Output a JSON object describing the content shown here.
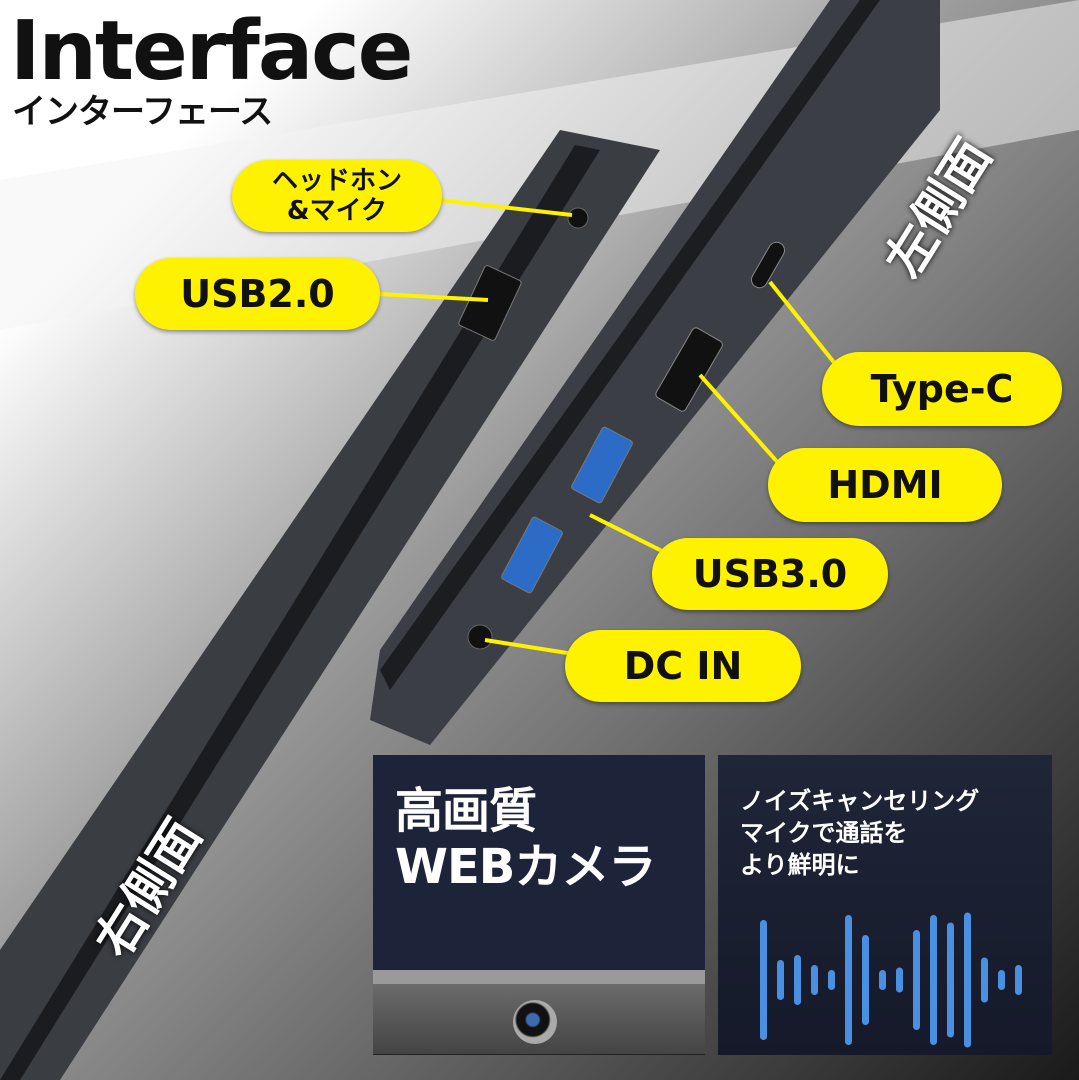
{
  "title": "Interface",
  "subtitle": "インターフェース",
  "labels": {
    "headphone": "ヘッドホン\n&マイク",
    "usb2": "USB2.0",
    "typec": "Type-C",
    "hdmi": "HDMI",
    "usb3": "USB3.0",
    "dcin": "DC IN"
  },
  "sides": {
    "left": "左側面",
    "right": "右側面"
  },
  "camera_panel": {
    "line1": "高画質",
    "line2": "WEBカメラ"
  },
  "mic_panel": {
    "line1": "ノイズキャンセリング",
    "line2": "マイクで通話を",
    "line3": "より鮮明に"
  },
  "colors": {
    "callout": "#fff200",
    "wave": "#4a90e2",
    "panel": "#1d2439"
  }
}
